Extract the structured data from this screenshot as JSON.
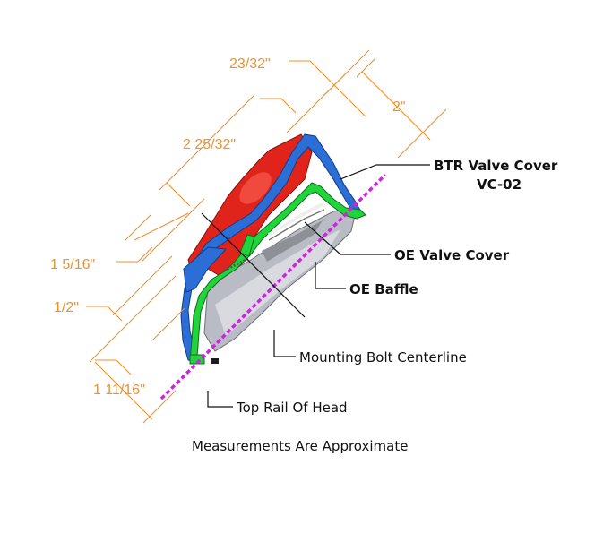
{
  "dimensions": {
    "d_23_32": "23/32\"",
    "d_2": "2\"",
    "d_2_25_32": "2 25/32\"",
    "d_1_5_16": "1 5/16\"",
    "d_1_2": "1/2\"",
    "d_1_11_16": "1 11/16\""
  },
  "callouts": {
    "btr_line1": "BTR Valve Cover",
    "btr_line2": "VC-02",
    "oe_valve_cover": "OE Valve Cover",
    "oe_baffle": "OE Baffle",
    "mounting_bolt": "Mounting Bolt Centerline",
    "top_rail": "Top Rail Of Head"
  },
  "footer": {
    "note": "Measurements Are Approximate"
  },
  "colors": {
    "dimension": "#f0922a",
    "btr_cover": "#2b6fd6",
    "oe_cover": "#1fd13a",
    "red_part": "#e0241b",
    "rail_line": "#c927d9"
  }
}
